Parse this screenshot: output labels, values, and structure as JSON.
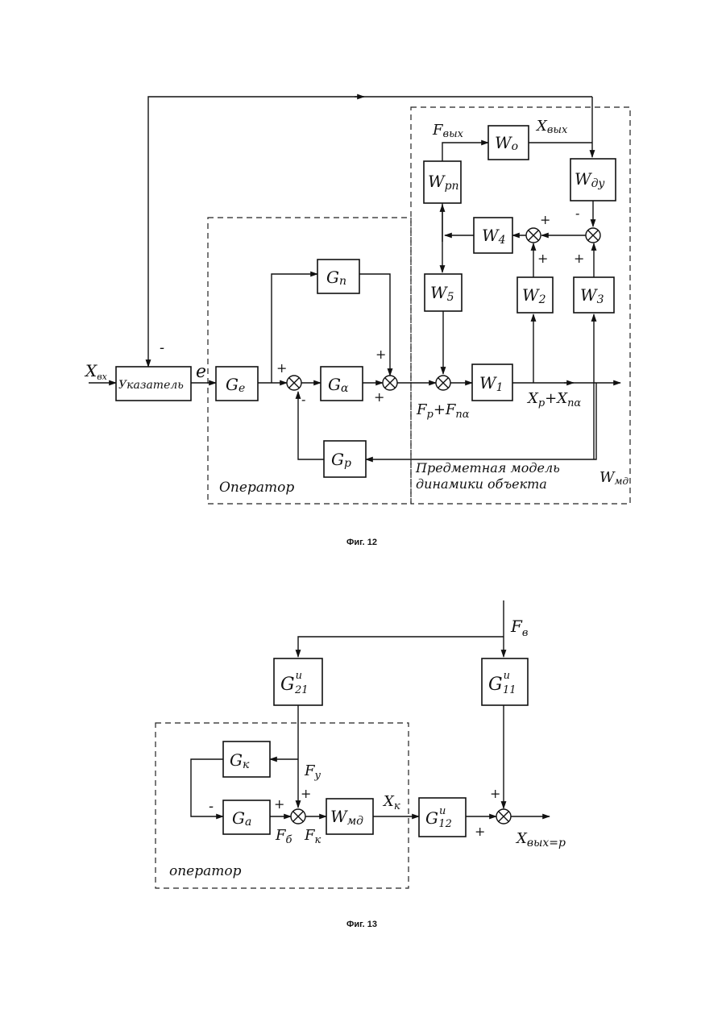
{
  "fig12": {
    "caption": "Фиг. 12",
    "input_label": "X",
    "input_sub": "вх",
    "indicator_label": "Указатель",
    "error_label": "e",
    "blocks": {
      "Ge": "G",
      "Ge_sub": "e",
      "Gn": "G",
      "Gn_sub": "n",
      "Ga": "G",
      "Ga_sub": "α",
      "Gp": "G",
      "Gp_sub": "p",
      "W0": "W",
      "W0_sub": "o",
      "Wpn": "W",
      "Wpn_sub": "pn",
      "Wdu": "W",
      "Wdu_sub": "ду",
      "W4": "W",
      "W4_sub": "4",
      "W5": "W",
      "W5_sub": "5",
      "W2": "W",
      "W2_sub": "2",
      "W3": "W",
      "W3_sub": "3",
      "W1": "W",
      "W1_sub": "1"
    },
    "signals": {
      "fout": "F",
      "fout_sub": "вых",
      "xout": "X",
      "xout_sub": "вых",
      "fsum": "F",
      "fsum_sub1": "p",
      "fsum_plus": "+F",
      "fsum_sub2": "nα",
      "xsum": "X",
      "xsum_sub1": "p",
      "xsum_plus": "+X",
      "xsum_sub2": "nα"
    },
    "signs": {
      "minus_top": "-",
      "plus_s1": "+",
      "minus_s1": "-",
      "plus_s2_top": "+",
      "plus_s2_bottom": "+",
      "plus_s5": "+",
      "minus_s5": "-",
      "plus_s4_top": "+",
      "plus_s4_bottom": "+"
    },
    "operator_label": "Оператор",
    "model_label_line1": "Предметная модель",
    "model_label_line2": "динамики объекта",
    "model_symbol": "W",
    "model_symbol_sub": "мд"
  },
  "fig13": {
    "caption": "Фиг. 13",
    "blocks": {
      "G21": "G",
      "G21_sup": "и",
      "G21_sub": "21",
      "G11": "G",
      "G11_sup": "и",
      "G11_sub": "11",
      "Gk": "G",
      "Gk_sub": "к",
      "Ga": "G",
      "Ga_sub": "a",
      "Wmd": "W",
      "Wmd_sub": "мд",
      "G12": "G",
      "G12_sup": "и",
      "G12_sub": "12"
    },
    "signals": {
      "fv": "F",
      "fv_sub": "в",
      "fy": "F",
      "fy_sub": "у",
      "fb": "F",
      "fb_sub": "б",
      "fk": "F",
      "fk_sub": "к",
      "xk": "X",
      "xk_sub": "к",
      "xout": "X",
      "xout_sub": "вых=р"
    },
    "signs": {
      "plus_sum1_left": "+",
      "minus_ga": "-",
      "plus_sum1_top": "+",
      "plus_sum2_top": "+",
      "plus_sum2_left": "+"
    },
    "operator_label": "оператор"
  }
}
